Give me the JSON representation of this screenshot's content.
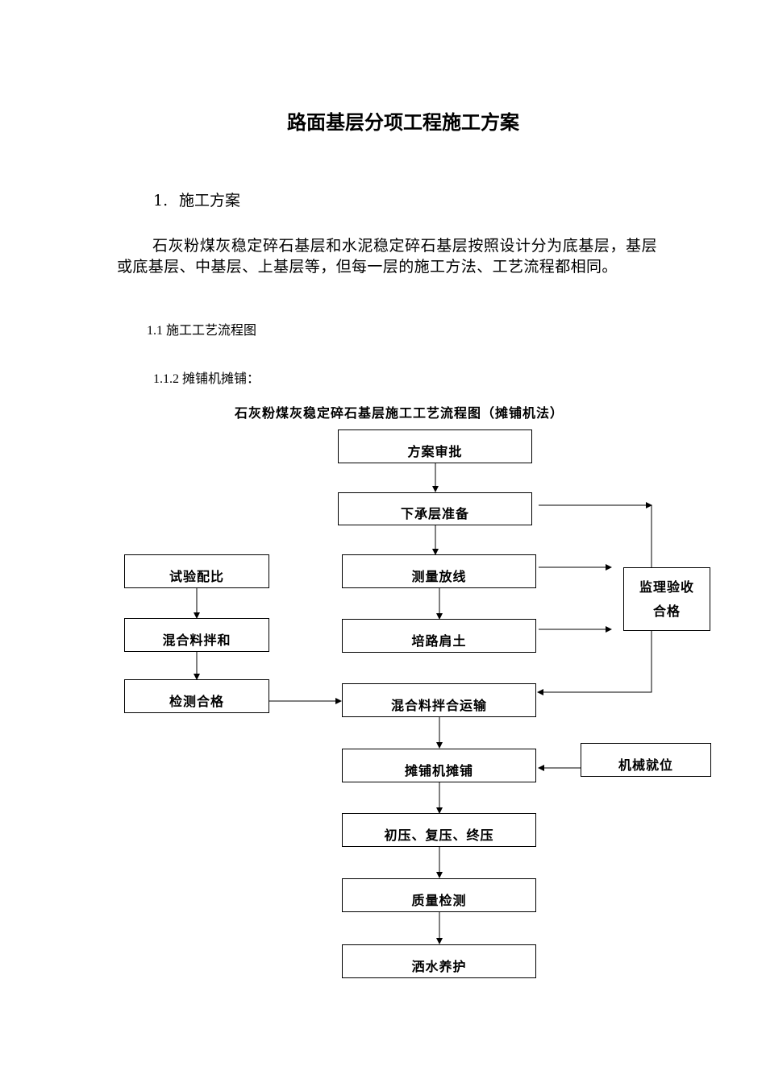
{
  "document": {
    "title": "路面基层分项工程施工方案",
    "section": {
      "number": "1.",
      "title": "施工方案"
    },
    "paragraph": "石灰粉煤灰稳定碎石基层和水泥稳定碎石基层按照设计分为底基层，基层或底基层、中基层、上基层等，但每一层的施工方法、工艺流程都相同。",
    "subsection_1": "1.1 施工工艺流程图",
    "subsection_2": "1.1.2 摊铺机摊铺："
  },
  "flowchart": {
    "title": "石灰粉煤灰稳定碎石基层施工工艺流程图（摊铺机法）",
    "main_steps": {
      "plan_review": "方案审批",
      "lower_layer": "下承层准备",
      "survey": "测量放线",
      "shoulder": "培路肩土",
      "transport": "混合料拌合运输",
      "paving": "摊铺机摊铺",
      "compaction": "初压、复压、终压",
      "quality": "质量检测",
      "curing": "洒水养护"
    },
    "left_steps": {
      "mix_design": "试验配比",
      "mixing": "混合料拌和",
      "inspection": "检测合格"
    },
    "right_steps": {
      "supervision_line1": "监理验收",
      "supervision_line2": "合格",
      "machinery": "机械就位"
    }
  }
}
